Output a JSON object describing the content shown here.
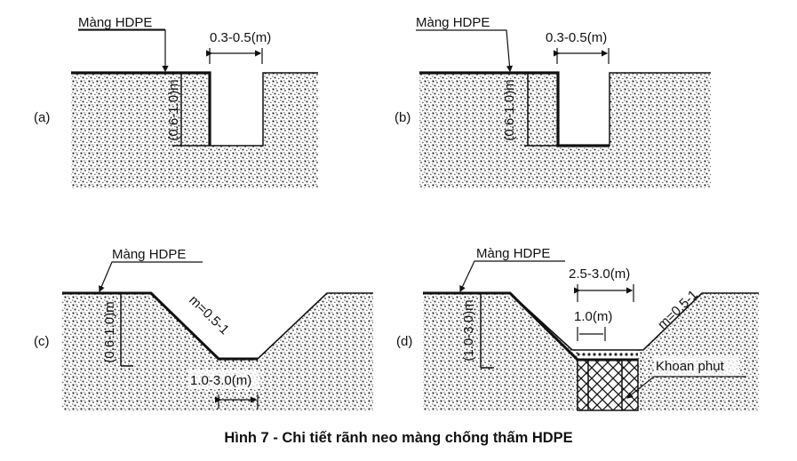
{
  "caption": "Hình 7 - Chi tiết rãnh neo màng chống thấm HDPE",
  "panels": {
    "a": {
      "tag": "(a)",
      "membrane_label": "Màng HDPE",
      "width_label": "0.3-0.5(m)",
      "depth_label": "(0.6-1.0)m"
    },
    "b": {
      "tag": "(b)",
      "membrane_label": "Màng HDPE",
      "width_label": "0.3-0.5(m)",
      "depth_label": "(0.6-1.0)m"
    },
    "c": {
      "tag": "(c)",
      "membrane_label": "Màng HDPE",
      "slope_label": "m=0.5-1",
      "depth_label": "(0.6-1.0)m",
      "bottom_width_label": "1.0-3.0(m)"
    },
    "d": {
      "tag": "(d)",
      "membrane_label": "Màng HDPE",
      "top_width_label": "2.5-3.0(m)",
      "inner_width_label": "1.0(m)",
      "slope_label": "m=0.5-1",
      "depth_label": "(1.0-3.0)m",
      "grout_label": "Khoan phụt"
    }
  },
  "colors": {
    "line": "#111111",
    "soil_dot": "#222222",
    "background": "#ffffff"
  }
}
